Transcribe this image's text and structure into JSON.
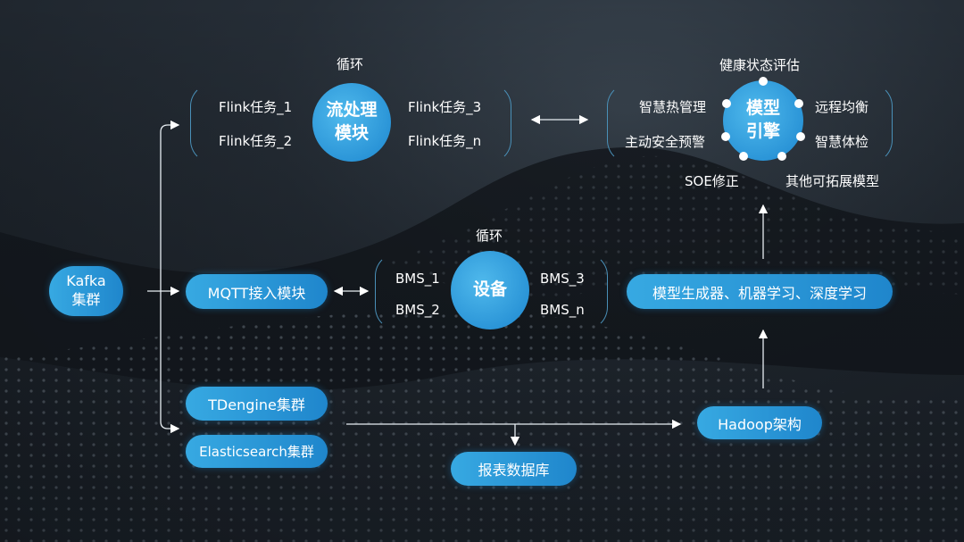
{
  "kafka": "Kafka\n集群",
  "kafka_l1": "Kafka",
  "kafka_l2": "集群",
  "mqtt": "MQTT接入模块",
  "tdengine": "TDengine集群",
  "elasticsearch": "Elasticsearch集群",
  "report_db": "报表数据库",
  "hadoop": "Hadoop架构",
  "model_gen": "模型生成器、机器学习、深度学习",
  "stream": {
    "loop": "循环",
    "center_l1": "流处理",
    "center_l2": "模块",
    "tasks": [
      "Flink任务_1",
      "Flink任务_2",
      "Flink任务_3",
      "Flink任务_n"
    ]
  },
  "device": {
    "loop": "循环",
    "center": "设备",
    "items": [
      "BMS_1",
      "BMS_2",
      "BMS_3",
      "BMS_n"
    ]
  },
  "model": {
    "center_l1": "模型",
    "center_l2": "引擎",
    "top": "健康状态评估",
    "items": [
      "智慧热管理",
      "主动安全预警",
      "远程均衡",
      "智慧体检",
      "SOE修正",
      "其他可拓展模型"
    ]
  }
}
